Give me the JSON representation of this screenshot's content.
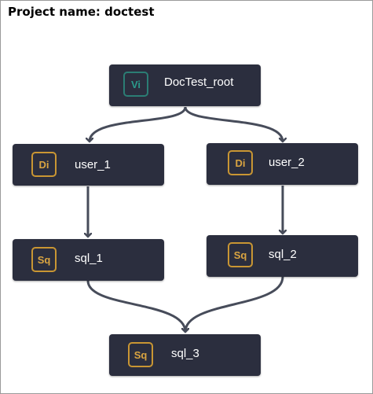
{
  "header": {
    "project_title": "Project name: doctest"
  },
  "colors": {
    "node_bg": "#2b2e3e",
    "edge": "#474c5a",
    "badge_teal": "#2b7d74",
    "badge_gold": "#c99633"
  },
  "nodes": [
    {
      "id": "doctest_root",
      "badge": "Vi",
      "badge_style": "teal",
      "label": "DocTest_root"
    },
    {
      "id": "user_1",
      "badge": "Di",
      "badge_style": "gold",
      "label": "user_1"
    },
    {
      "id": "user_2",
      "badge": "Di",
      "badge_style": "gold",
      "label": "user_2"
    },
    {
      "id": "sql_1",
      "badge": "Sq",
      "badge_style": "gold",
      "label": "sql_1"
    },
    {
      "id": "sql_2",
      "badge": "Sq",
      "badge_style": "gold",
      "label": "sql_2"
    },
    {
      "id": "sql_3",
      "badge": "Sq",
      "badge_style": "gold",
      "label": "sql_3"
    }
  ],
  "edges": [
    {
      "from": "DocTest_root",
      "to": "user_1"
    },
    {
      "from": "DocTest_root",
      "to": "user_2"
    },
    {
      "from": "user_1",
      "to": "sql_1"
    },
    {
      "from": "user_2",
      "to": "sql_2"
    },
    {
      "from": "sql_1",
      "to": "sql_3"
    },
    {
      "from": "sql_2",
      "to": "sql_3"
    }
  ]
}
